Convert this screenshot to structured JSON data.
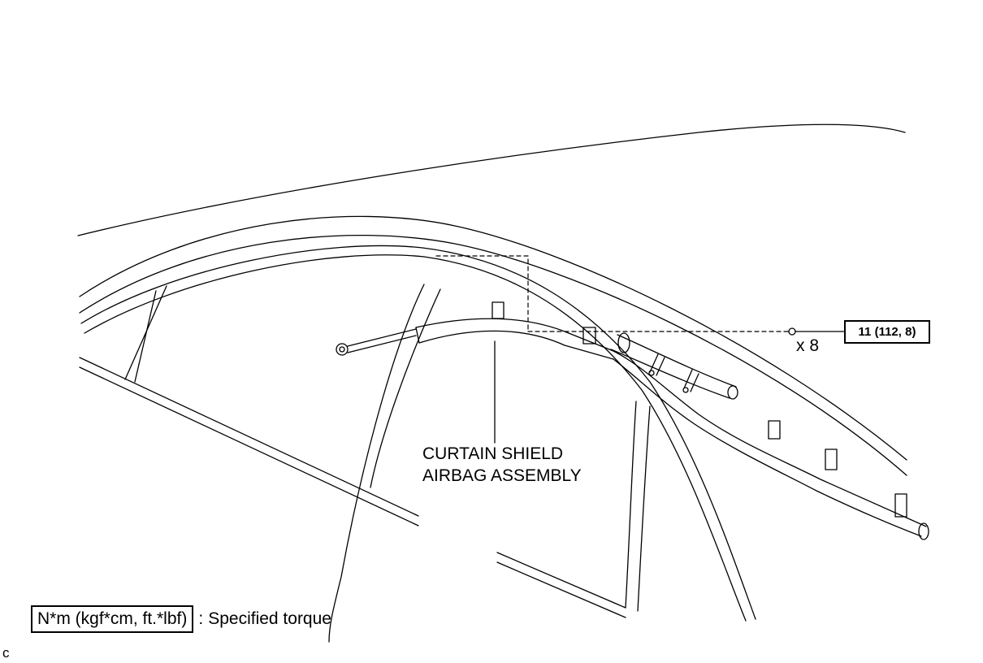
{
  "diagram": {
    "part_label_line1": "CURTAIN SHIELD",
    "part_label_line2": "AIRBAG ASSEMBLY",
    "bolt_count": "x 8",
    "torque_value": "11 (112, 8)",
    "legend_units": "N*m (kgf*cm, ft.*lbf)",
    "legend_separator": ":",
    "legend_text": "Specified torque",
    "corner_mark": "c",
    "line_color": "#000000",
    "background_color": "#ffffff"
  }
}
